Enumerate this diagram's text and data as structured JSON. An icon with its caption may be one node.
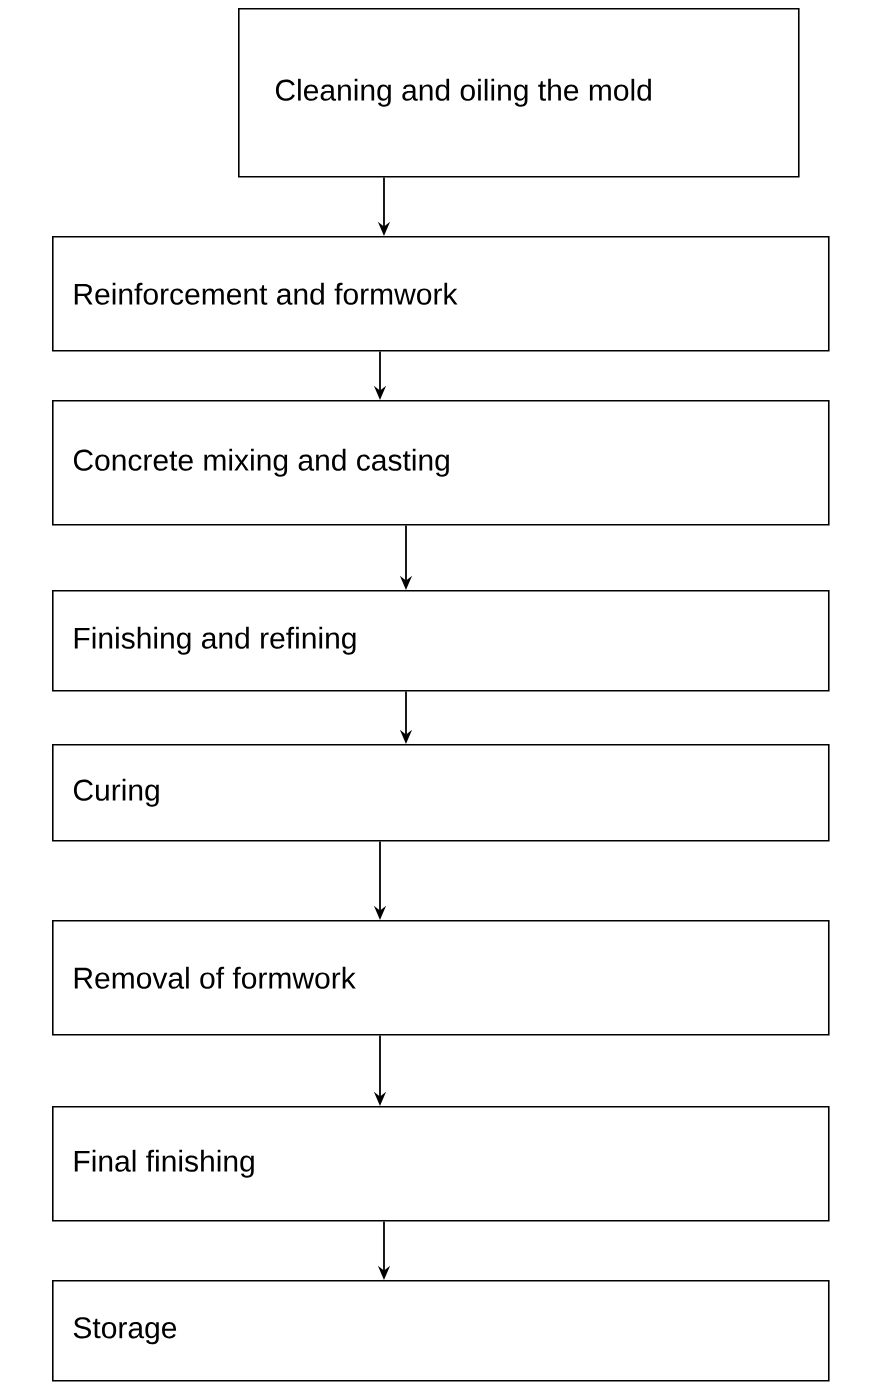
{
  "diagram": {
    "nodes": [
      {
        "text": [
          "Cleaning and oiling the mold"
        ]
      },
      {
        "text": [
          "Reinforcement and formwork"
        ]
      },
      {
        "text": [
          "Concrete mixing and casting"
        ]
      },
      {
        "text": [
          "Finishing and refining"
        ]
      },
      {
        "text": [
          "Curing"
        ]
      },
      {
        "text": [
          "Removal of formwork"
        ]
      },
      {
        "text": [
          "Final finishing"
        ]
      },
      {
        "text": [
          "Storage"
        ]
      }
    ],
    "edges": [
      {
        "from": 0,
        "to": 1,
        "arrow": "to"
      },
      {
        "from": 1,
        "to": 2,
        "arrow": "to"
      },
      {
        "from": 2,
        "to": 3,
        "arrow": "to"
      },
      {
        "from": 3,
        "to": 4,
        "arrow": "to"
      },
      {
        "from": 4,
        "to": 5,
        "arrow": "to"
      },
      {
        "from": 5,
        "to": 6,
        "arrow": "to"
      },
      {
        "from": 6,
        "to": 7,
        "arrow": "to"
      }
    ]
  }
}
